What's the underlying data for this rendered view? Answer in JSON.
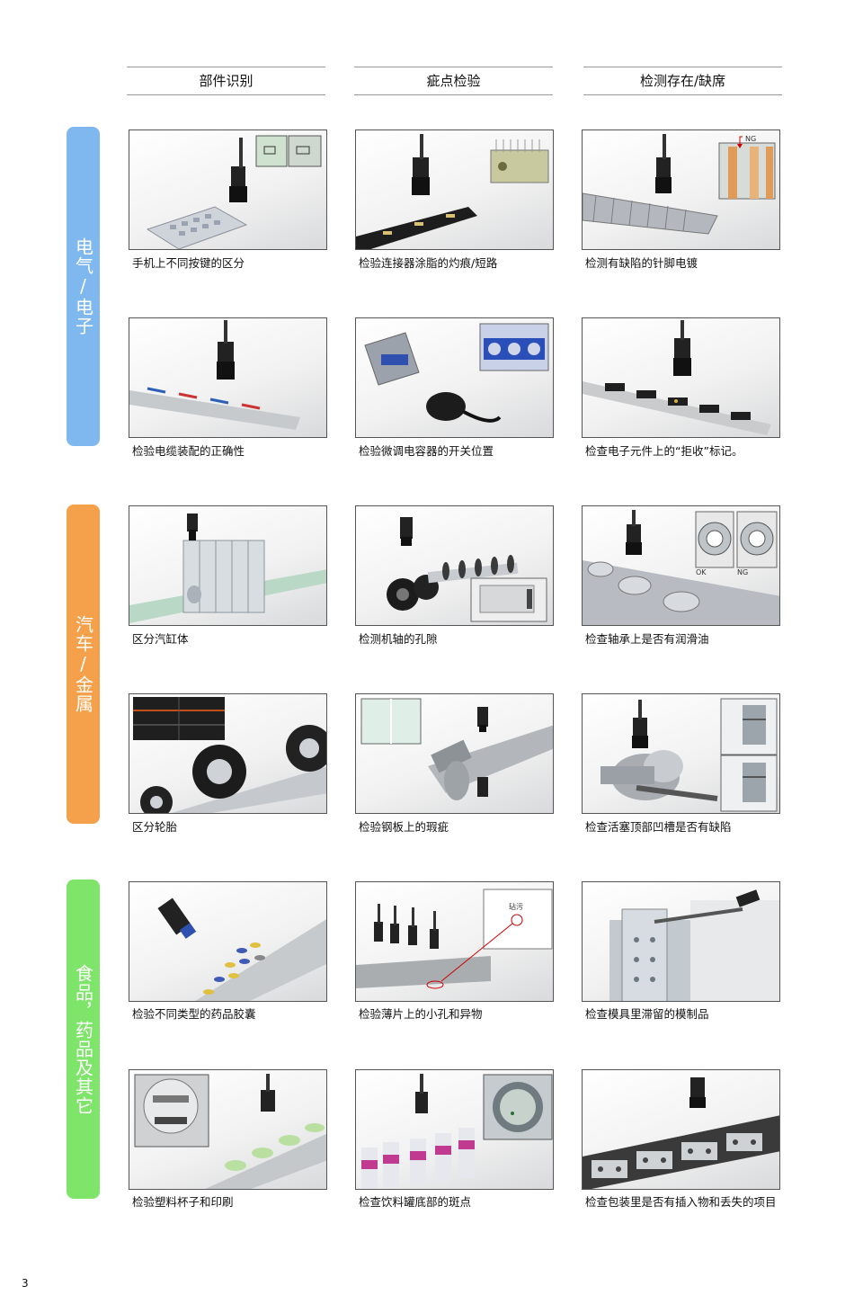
{
  "columns": [
    "部件识别",
    "疵点检验",
    "检测存在/缺席"
  ],
  "categories": [
    "电气/电子",
    "汽车/金属",
    "食品，药品及其它"
  ],
  "rows": [
    {
      "captions": [
        "手机上不同按键的区分",
        "检验连接器涂脂的灼痕/短路",
        "检测有缺陷的针脚电镀"
      ]
    },
    {
      "captions": [
        "检验电缆装配的正确性",
        "检验微调电容器的开关位置",
        "检查电子元件上的“拒收”标记。"
      ]
    },
    {
      "captions": [
        "区分汽缸体",
        "检测机轴的孔隙",
        "检查轴承上是否有润滑油"
      ]
    },
    {
      "captions": [
        "区分轮胎",
        "检验钢板上的瑕疵",
        "检查活塞顶部凹槽是否有缺陷"
      ]
    },
    {
      "captions": [
        "检验不同类型的药品胶囊",
        "检验薄片上的小孔和异物",
        "检查模具里滞留的模制品"
      ]
    },
    {
      "captions": [
        "检验塑料杯子和印刷",
        "检查饮料罐底部的斑点",
        "检查包装里是否有插入物和丢失的项目"
      ]
    }
  ],
  "photo_labels": {
    "ng": "NG",
    "ok": "OK",
    "stain": "玷污"
  },
  "page_number": "3",
  "colors": {
    "electrical": "#7fb8ef",
    "automotive": "#f5a04a",
    "food_pharma": "#7fe56a"
  }
}
